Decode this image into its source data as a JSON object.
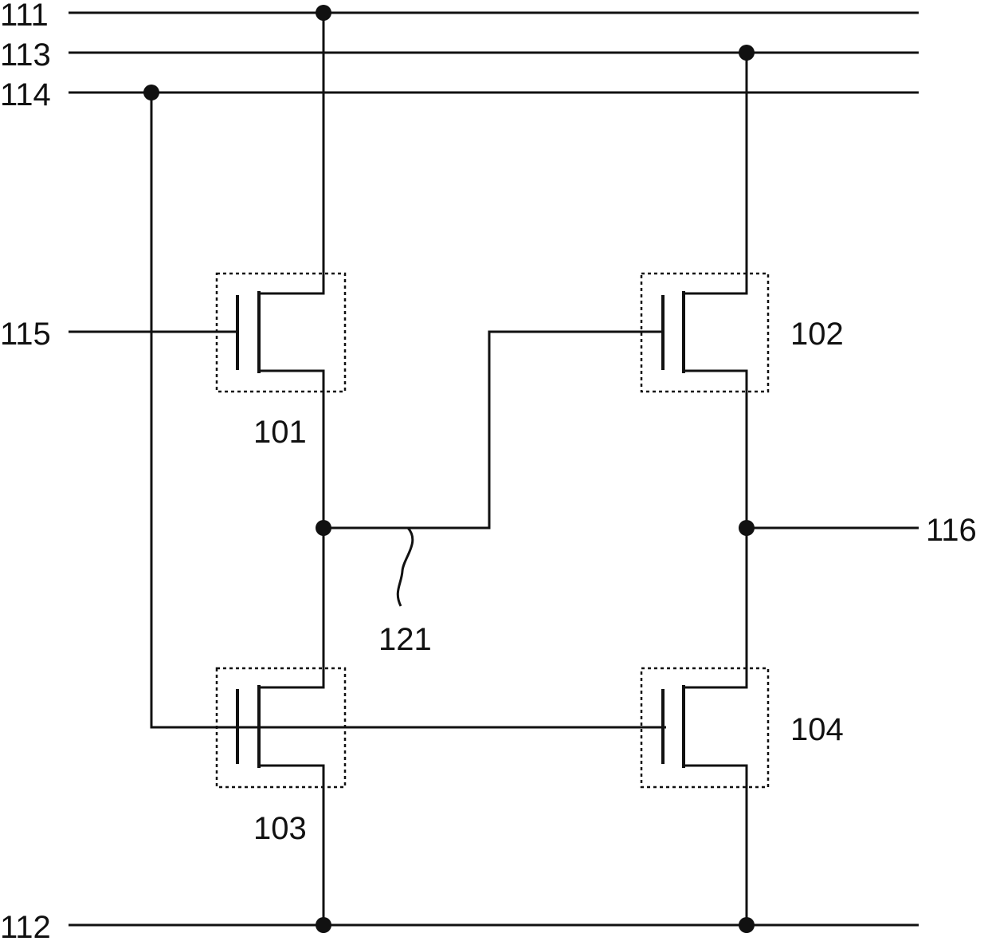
{
  "lines": {
    "l111": "111",
    "l113": "113",
    "l114": "114",
    "l115": "115",
    "l112": "112",
    "l116": "116",
    "l121": "121"
  },
  "transistors": {
    "t101": "101",
    "t102": "102",
    "t103": "103",
    "t104": "104"
  }
}
